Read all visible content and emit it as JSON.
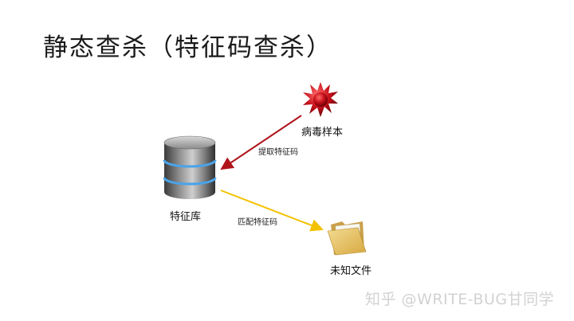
{
  "slide": {
    "title": "静态查杀（特征码查杀）"
  },
  "nodes": {
    "virus_sample": "病毒样本",
    "signature_db": "特征库",
    "unknown_file": "未知文件"
  },
  "edges": {
    "extract": "提取特征码",
    "match": "匹配特征码"
  },
  "colors": {
    "extract_arrow": "#b0151c",
    "match_arrow": "#f2c200",
    "virus": "#c8101a",
    "db_stripe": "#4aa3e8",
    "folder": "#e7c46b"
  },
  "icons": {
    "virus": "virus-icon",
    "database": "database-icon",
    "folder": "folder-icon"
  },
  "watermark": "知乎 @WRITE-BUG甘同学"
}
